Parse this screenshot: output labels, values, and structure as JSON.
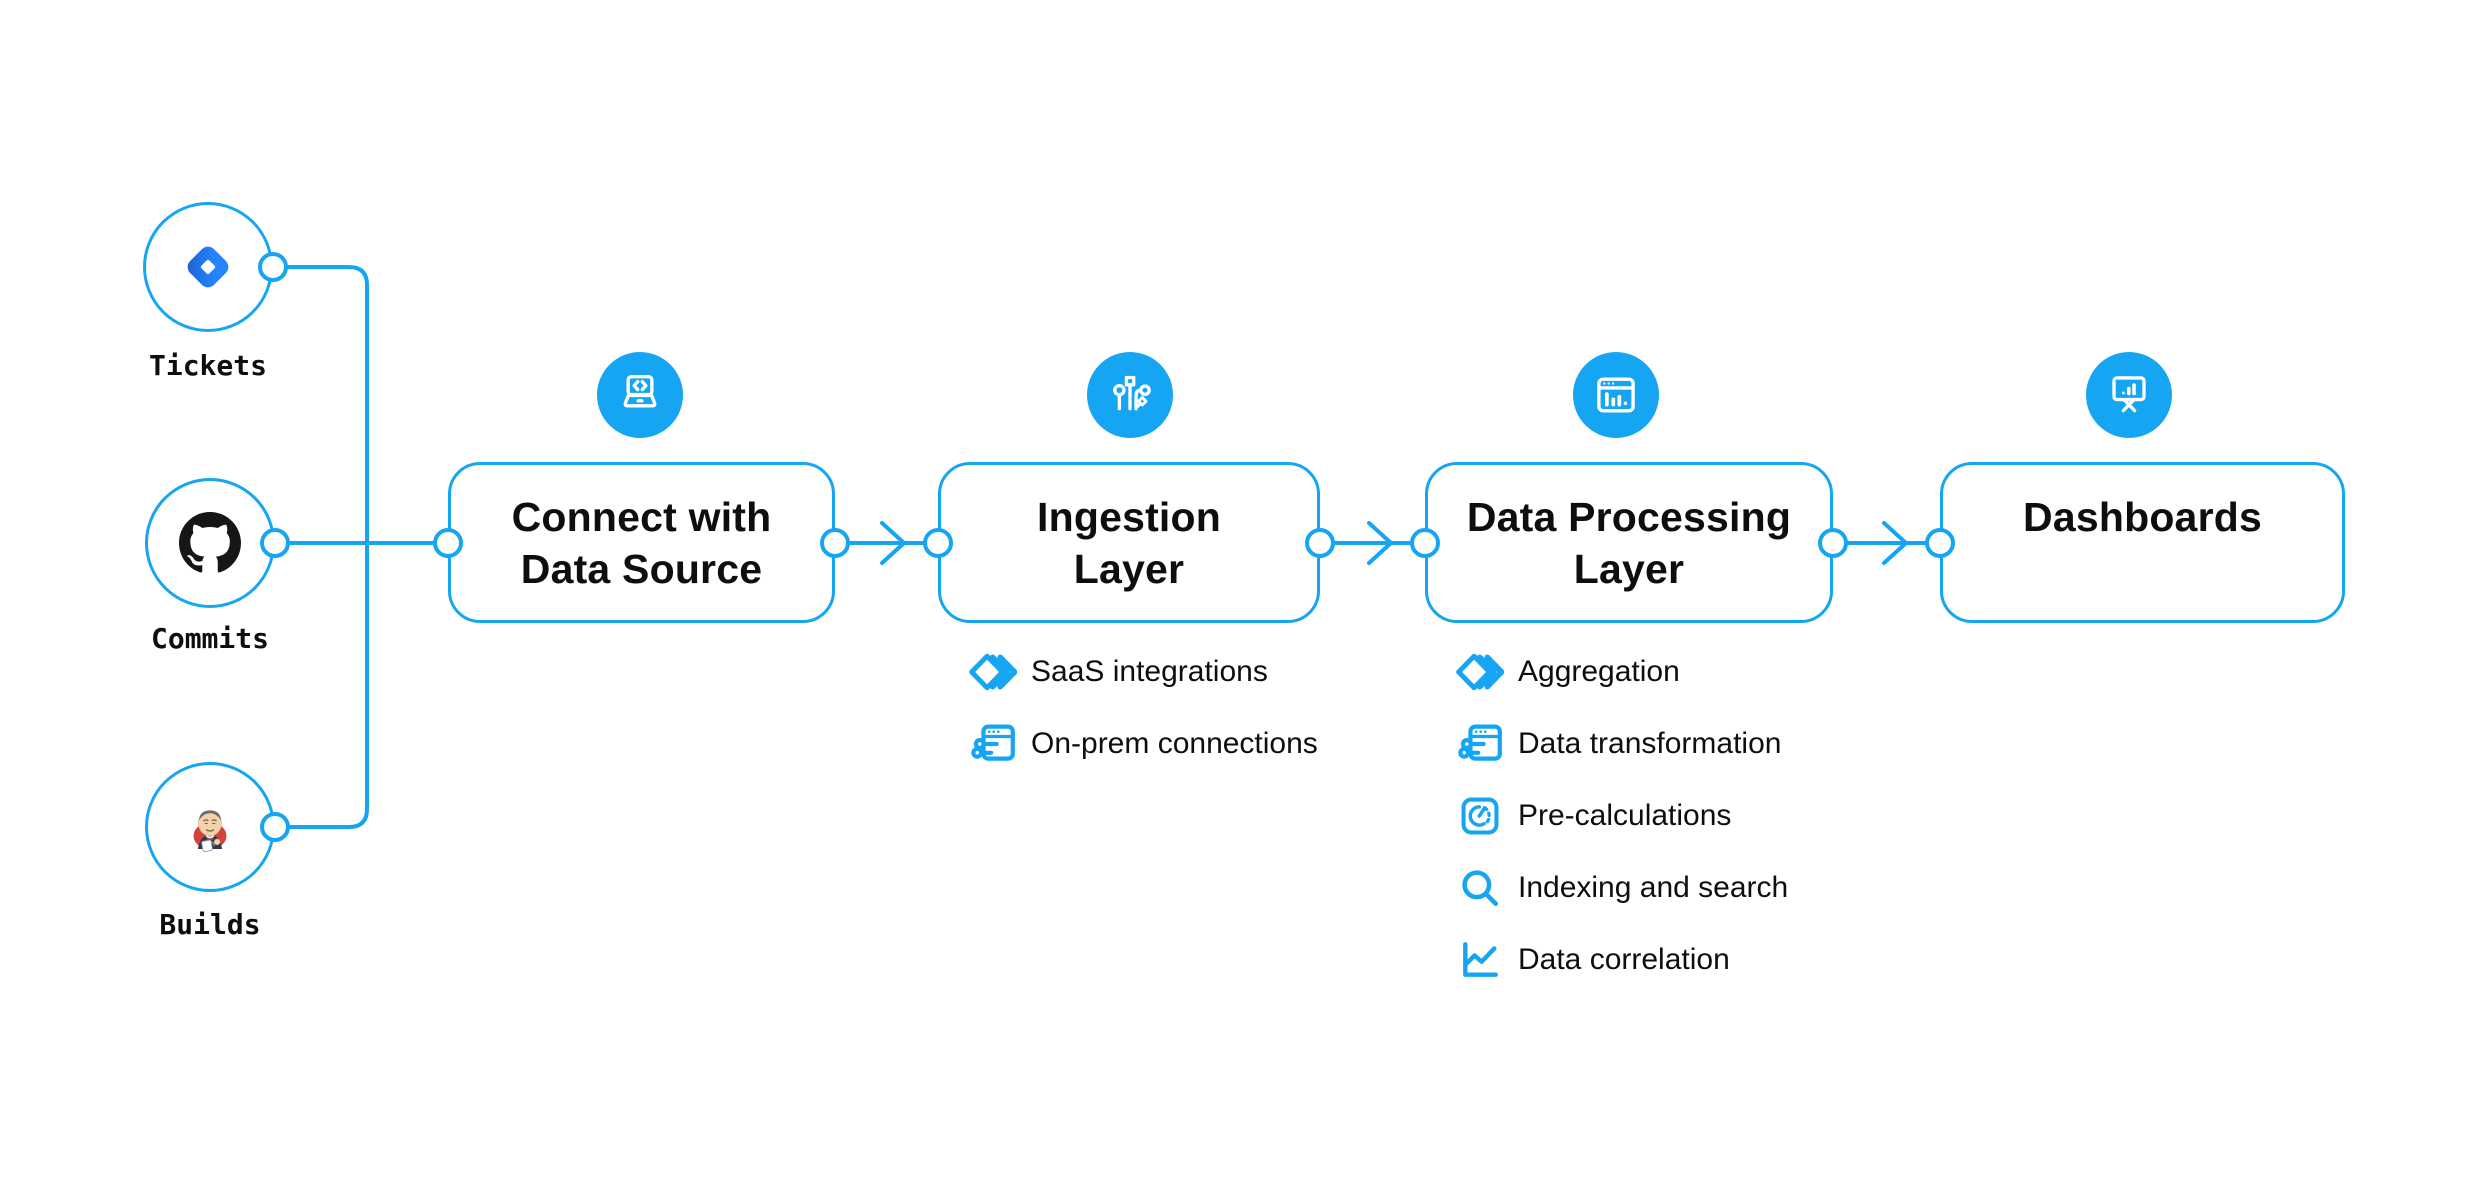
{
  "colors": {
    "accent": "#16a5f2",
    "ink": "#0e0e10",
    "canvas": "#ffffff"
  },
  "sources": [
    {
      "label": "Tickets",
      "icon": "jira-icon"
    },
    {
      "label": "Commits",
      "icon": "github-icon"
    },
    {
      "label": "Builds",
      "icon": "jenkins-icon"
    }
  ],
  "stages": [
    {
      "line1": "Connect with",
      "line2": "Data Source",
      "icon": "laptop-code-icon"
    },
    {
      "line1": "Ingestion",
      "line2": "Layer",
      "icon": "circuit-nodes-icon"
    },
    {
      "line1": "Data Processing",
      "line2": "Layer",
      "icon": "window-bar-chart-icon"
    },
    {
      "line1": "Dashboards",
      "line2": "",
      "icon": "presentation-chart-icon"
    }
  ],
  "ingestion_items": [
    {
      "label": "SaaS integrations",
      "icon": "overlapping-diamonds-icon"
    },
    {
      "label": "On-prem connections",
      "icon": "window-sliders-icon"
    }
  ],
  "processing_items": [
    {
      "label": "Aggregation",
      "icon": "overlapping-diamonds-icon"
    },
    {
      "label": "Data transformation",
      "icon": "window-sliders-icon"
    },
    {
      "label": "Pre-calculations",
      "icon": "gauge-icon"
    },
    {
      "label": "Indexing and search",
      "icon": "search-icon"
    },
    {
      "label": "Data correlation",
      "icon": "line-chart-icon"
    }
  ]
}
